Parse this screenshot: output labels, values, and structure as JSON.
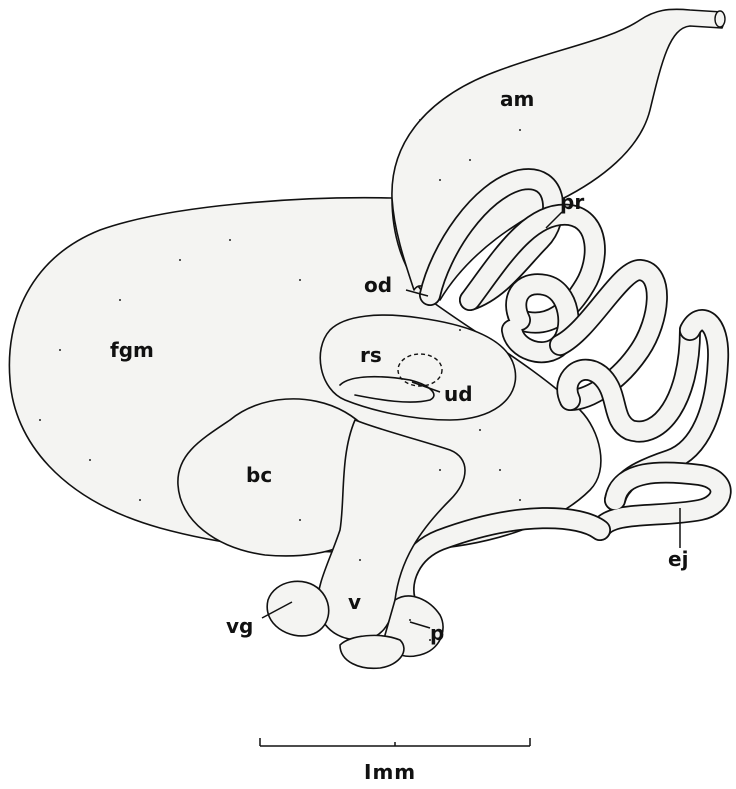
{
  "labels": {
    "am": "am",
    "pr": "pr",
    "od": "od",
    "fgm": "fgm",
    "rs": "rs",
    "ud": "ud",
    "bc": "bc",
    "ej": "ej",
    "v": "v",
    "vg": "vg",
    "p": "p"
  },
  "scale_bar": {
    "label": "Imm"
  }
}
